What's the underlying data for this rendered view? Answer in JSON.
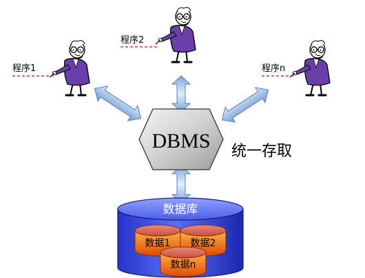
{
  "programs": [
    {
      "label": "程序1"
    },
    {
      "label": "程序2"
    },
    {
      "label": "程序n"
    }
  ],
  "dbms": {
    "label": "DBMS"
  },
  "access_note": "统一存取",
  "database": {
    "label": "数据库",
    "files": [
      {
        "label": "数据1"
      },
      {
        "label": "数据2"
      },
      {
        "label": "数据n"
      }
    ]
  },
  "colors": {
    "arrow_top": "#cfe0f5",
    "arrow_bottom": "#6d9bd6",
    "hexagon_light": "#e8e8e8",
    "hexagon_dark": "#a8a8a8",
    "db_light": "#6f86ff",
    "db_dark": "#1a28c4",
    "file_light": "#ffcc55",
    "file_dark": "#e25500",
    "robe": "#6a3fa8",
    "underline": "#e8001c"
  }
}
